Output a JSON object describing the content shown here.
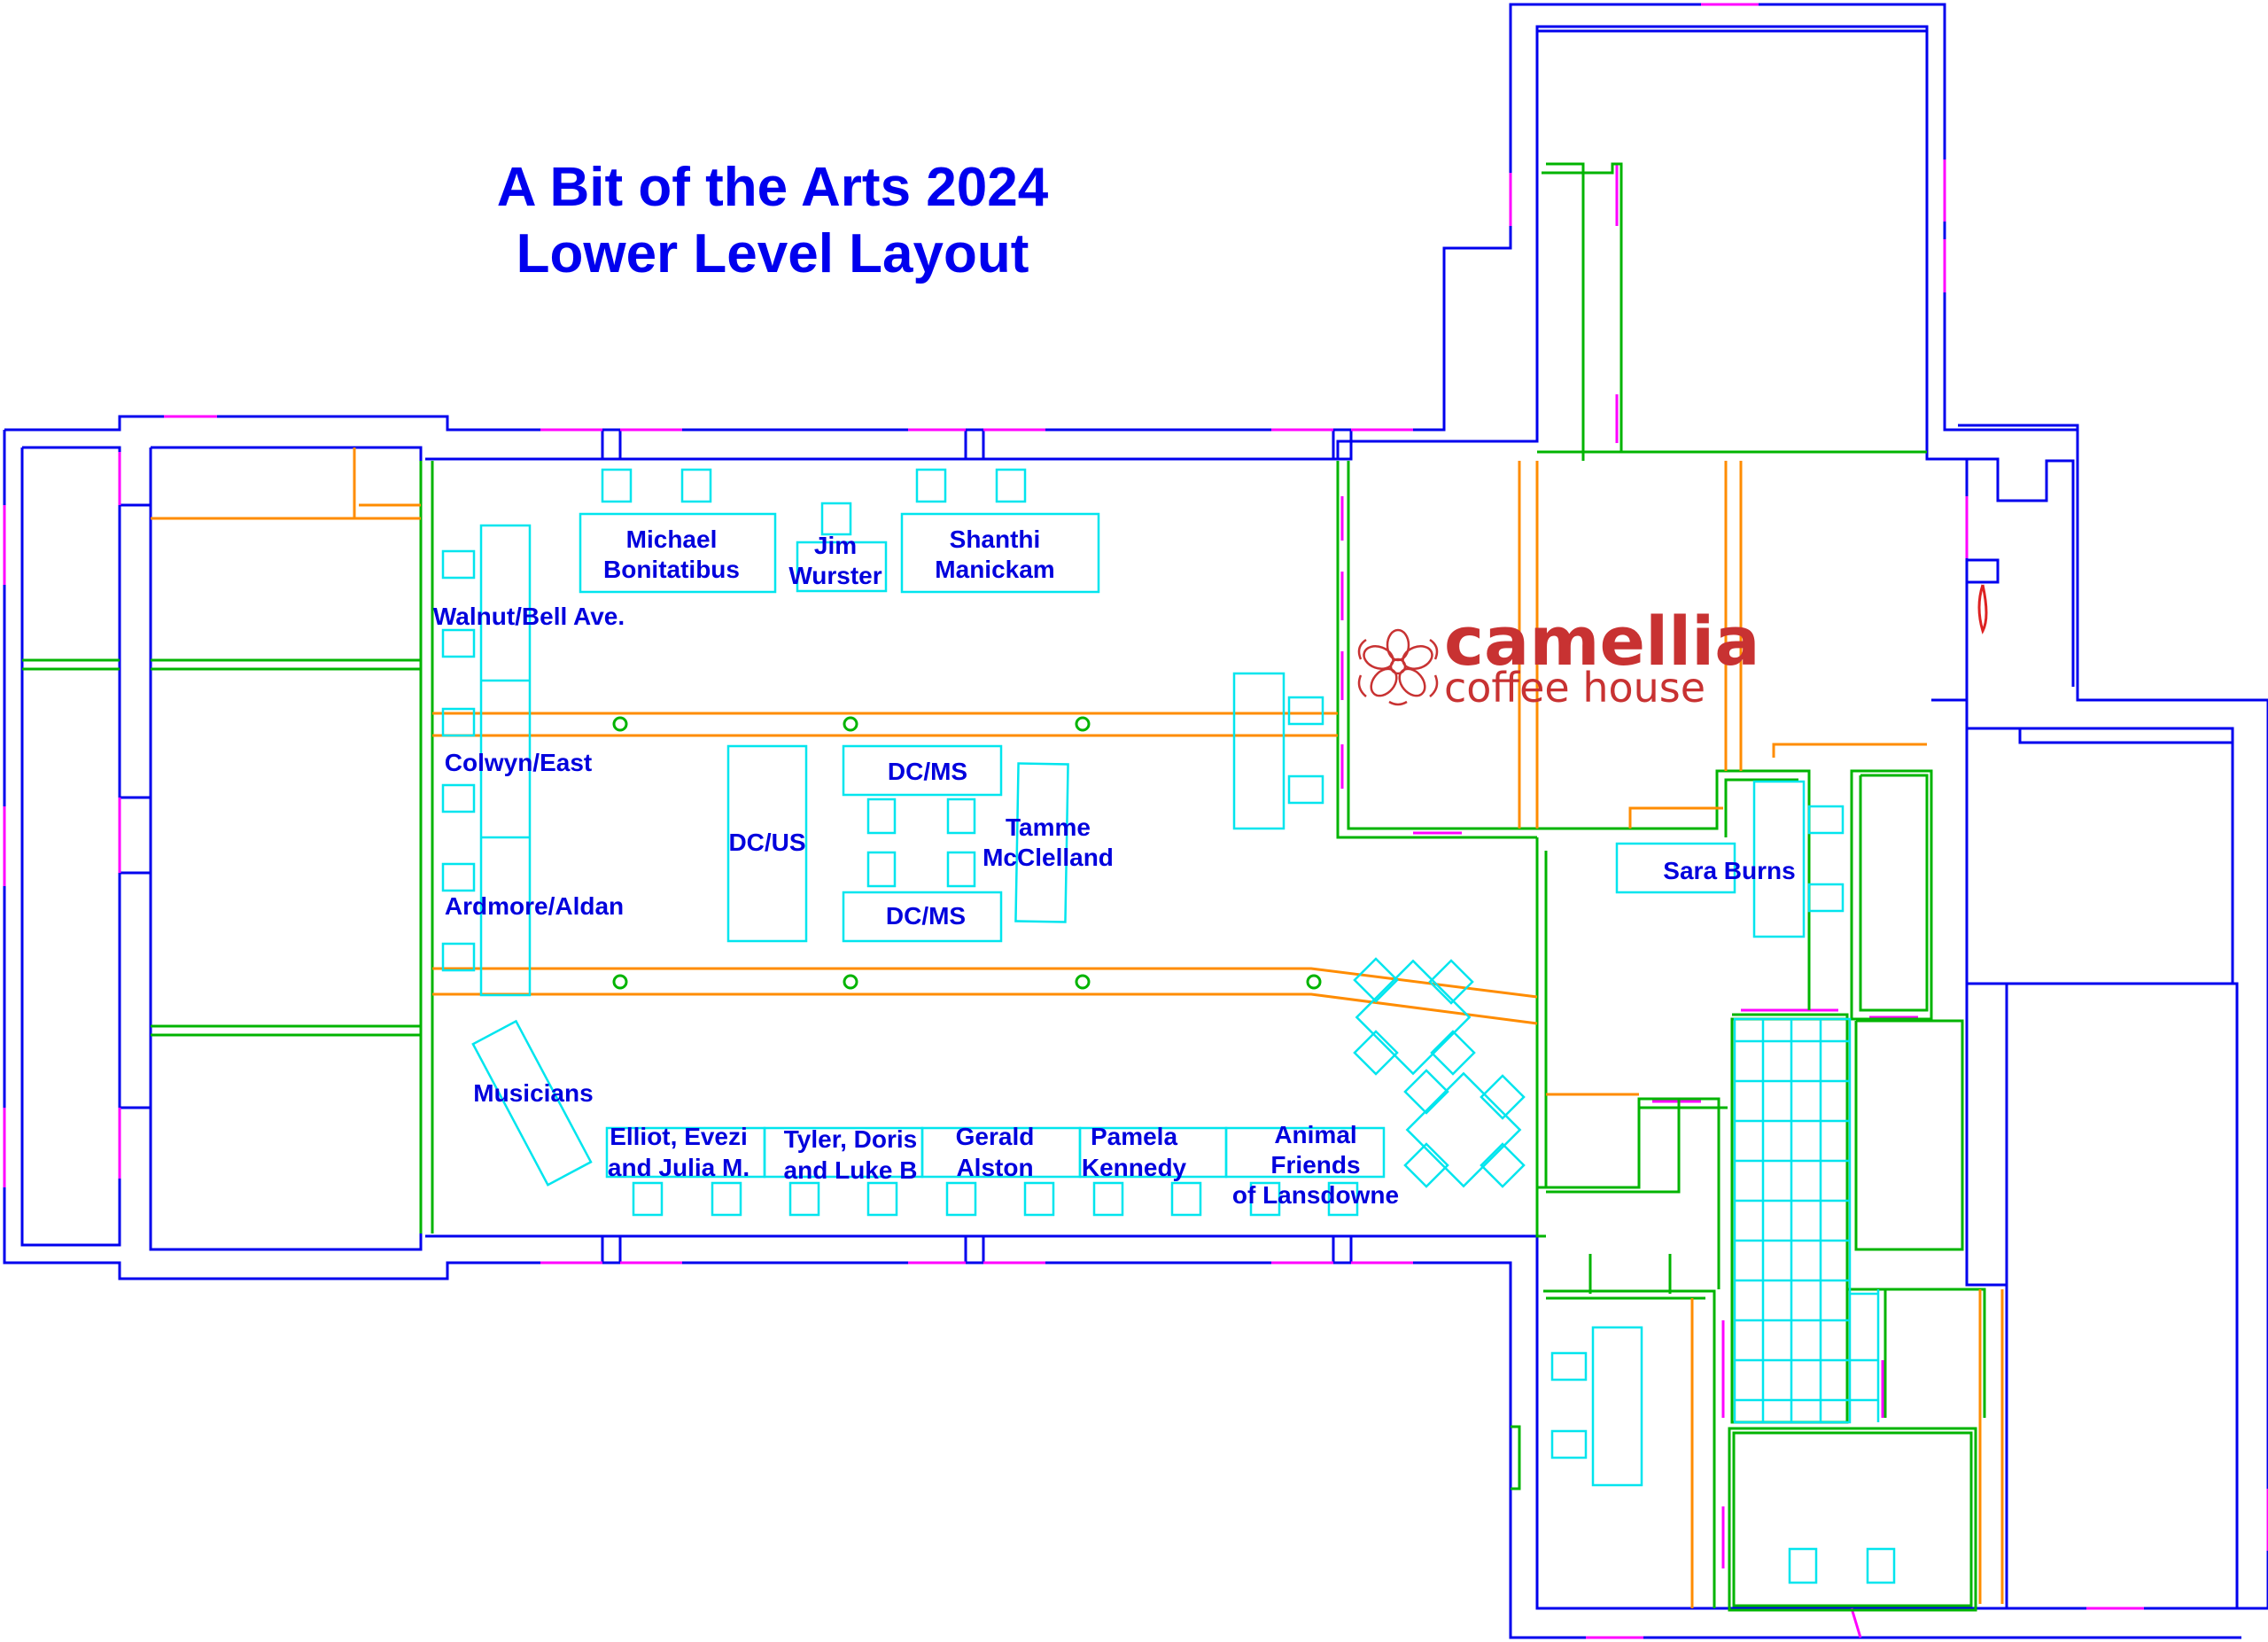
{
  "title": {
    "line1": "A Bit of the Arts 2024",
    "line2": "Lower Level Layout"
  },
  "logo": {
    "name": "camellia",
    "tagline": "coffee house",
    "icon": "camellia-flower-icon",
    "color": "#c83232"
  },
  "labels": {
    "michael_1": "Michael",
    "michael_2": "Bonitatibus",
    "jim_1": "Jim",
    "jim_2": "Wurster",
    "shanthi_1": "Shanthi",
    "shanthi_2": "Manickam",
    "walnut": "Walnut/Bell Ave.",
    "colwyn": "Colwyn/East",
    "ardmore": "Ardmore/Aldan",
    "dcus": "DC/US",
    "dcms_top": "DC/MS",
    "dcms_bottom": "DC/MS",
    "tamme_1": "Tamme",
    "tamme_2": "McClelland",
    "sara": "Sara Burns",
    "musicians": "Musicians",
    "elliot_1": "Elliot, Evezi",
    "elliot_2": "and Julia M.",
    "tyler_1": "Tyler, Doris",
    "tyler_2": "and Luke B",
    "gerald_1": "Gerald",
    "gerald_2": "Alston",
    "pamela_1": "Pamela",
    "pamela_2": "Kennedy",
    "animal_1": "Animal",
    "animal_2": "Friends",
    "animal_3": "of Lansdowne"
  },
  "colors": {
    "wall": "#0000ee",
    "opening": "#ff00ff",
    "partition": "#00b400",
    "beam": "#ff8c00",
    "furniture": "#00e5ee",
    "text": "#0000dd"
  }
}
